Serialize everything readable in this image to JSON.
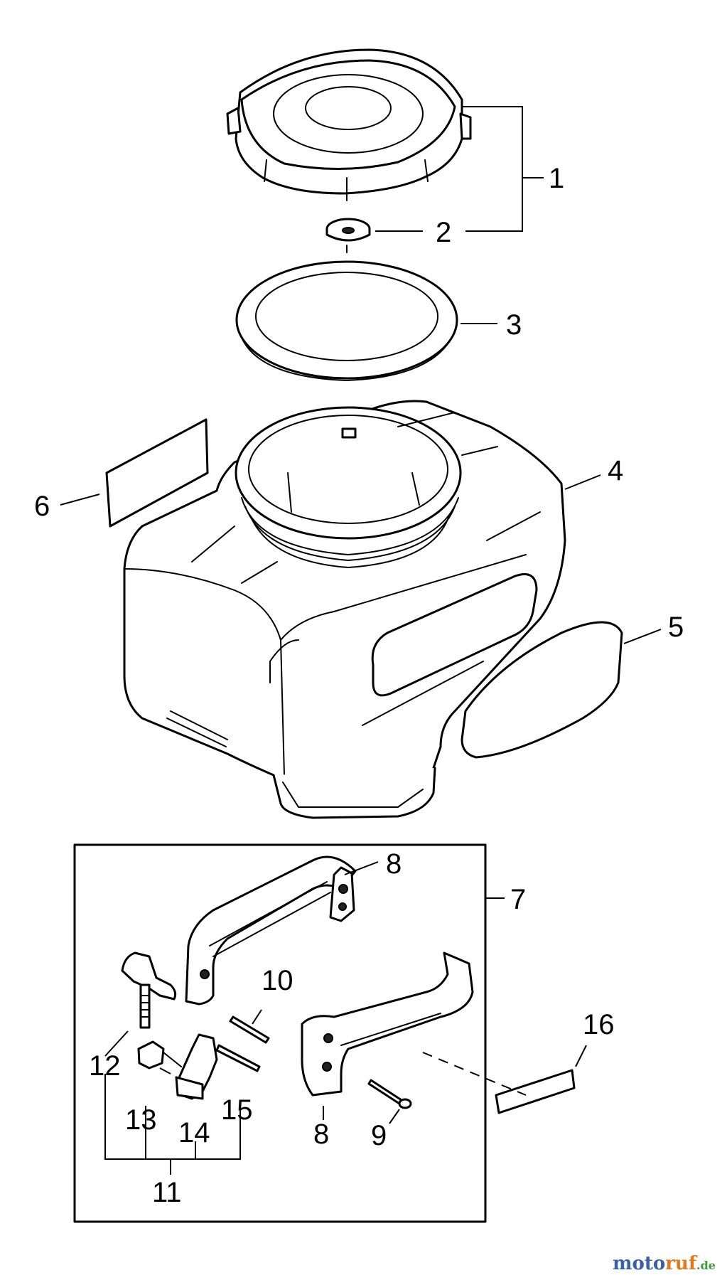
{
  "callouts": {
    "c1": "1",
    "c2": "2",
    "c3": "3",
    "c4": "4",
    "c5": "5",
    "c6": "6",
    "c7": "7",
    "c8a": "8",
    "c8b": "8",
    "c9": "9",
    "c10": "10",
    "c11": "11",
    "c12": "12",
    "c13": "13",
    "c14": "14",
    "c15": "15",
    "c16": "16"
  },
  "watermark": {
    "brand_moto": "moto",
    "brand_ruf": "ruf",
    "tld": ".de"
  },
  "colors": {
    "line": "#000000",
    "background": "#ffffff",
    "watermark_blue": "#3a5fa8",
    "watermark_orange": "#e07a1f",
    "watermark_green": "#3c9a3c"
  }
}
